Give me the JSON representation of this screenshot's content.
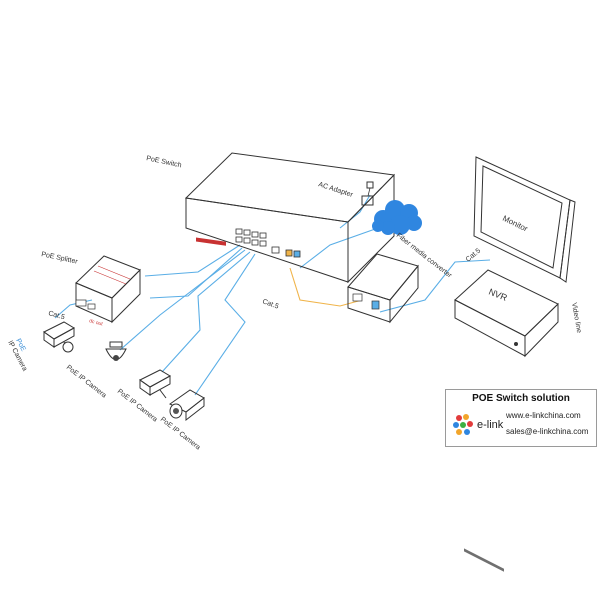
{
  "labels": {
    "poe_switch": "PoE Switch",
    "ac_adapter": "AC Adapter",
    "fiber_converter": "Fiber media converter",
    "monitor": "Monitor",
    "cat5_monitor": "Cat.5",
    "video_line": "Video line",
    "nvr": "NVR",
    "poe_splitter": "PoE Splitter",
    "cat5_splitter": "Cat.5",
    "cat5_middle": "Cat.5",
    "splitter_out": "dc out",
    "non_poe_camera_line1": "PoE",
    "non_poe_camera_line2": "IP Camera",
    "camera1": "PoE IP Camera",
    "camera2": "PoE IP Camera",
    "camera3": "PoE IP Camera"
  },
  "info": {
    "title": "POE Switch solution",
    "brand": "e-link",
    "website": "www.e-linkchina.com",
    "email": "sales@e-linkchina.com"
  },
  "colors": {
    "cable": "#5aaee6",
    "fiber": "#f0b44a",
    "cloud": "#2f86e0",
    "device_outline": "#333333"
  },
  "icons": [
    "cloud-icon",
    "camera-icon",
    "dome-camera-icon",
    "bullet-camera-icon",
    "e-link-logo-icon"
  ]
}
